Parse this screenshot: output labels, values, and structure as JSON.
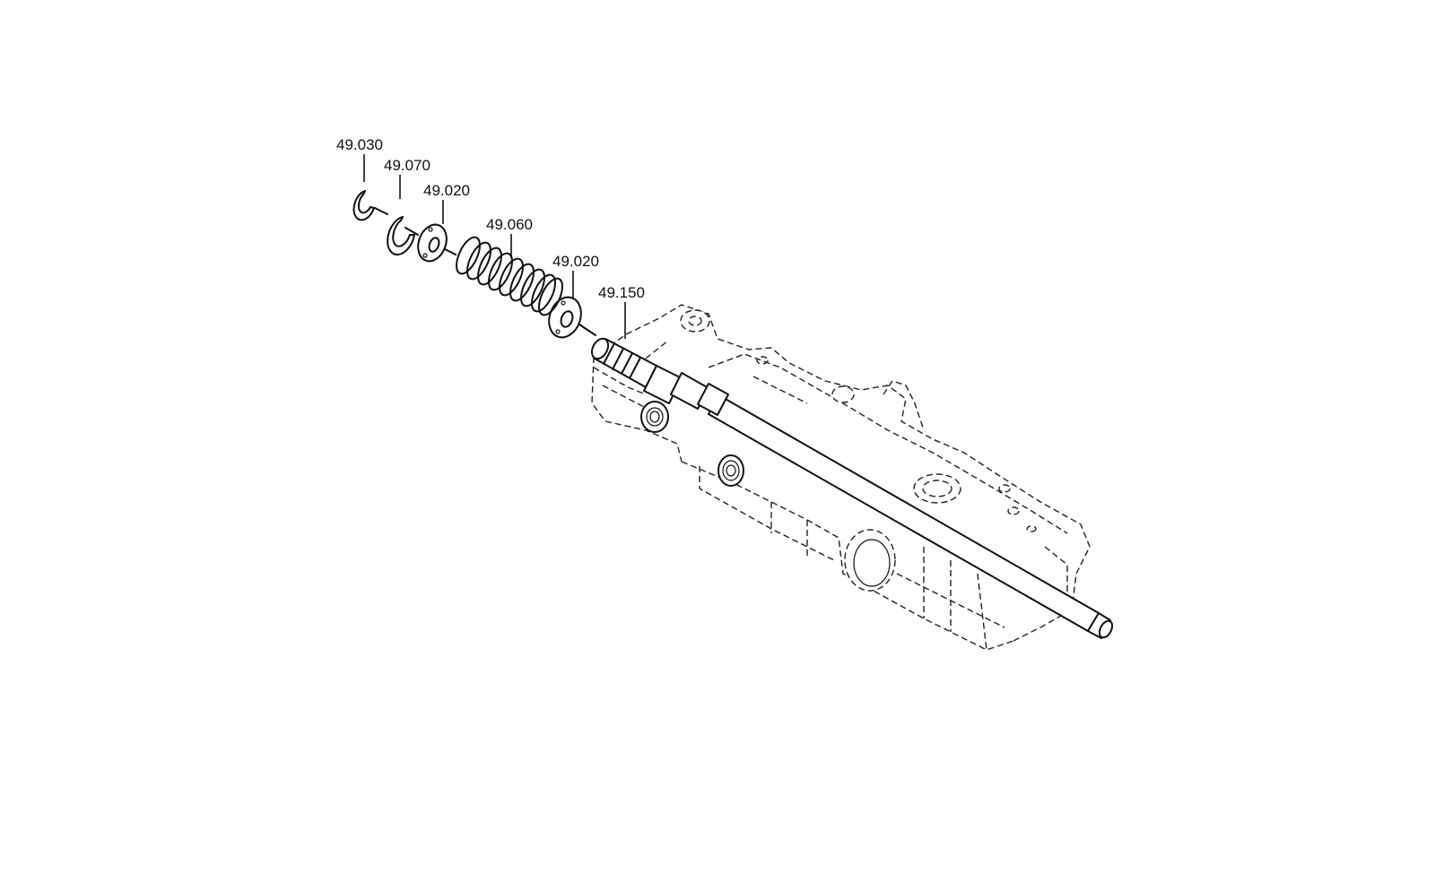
{
  "diagram": {
    "callouts": [
      {
        "id": "c1",
        "label": "49.030"
      },
      {
        "id": "c2",
        "label": "49.070"
      },
      {
        "id": "c3",
        "label": "49.020"
      },
      {
        "id": "c4",
        "label": "49.060"
      },
      {
        "id": "c5",
        "label": "49.020"
      },
      {
        "id": "c6",
        "label": "49.150"
      }
    ]
  }
}
